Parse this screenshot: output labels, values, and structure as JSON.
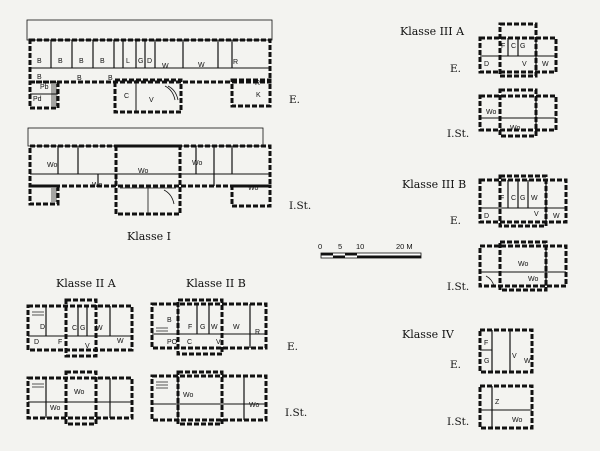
{
  "plate": {
    "labels": {
      "klasse_1": "Klasse I",
      "klasse_2a": "Klasse II A",
      "klasse_2b": "Klasse II B",
      "klasse_3a": "Klasse III A",
      "klasse_3b": "Klasse III B",
      "klasse_4": "Klasse IV",
      "ground_floor": "E.",
      "upper_floor": "I.St."
    },
    "scale": {
      "ticks": [
        "0",
        "5",
        "10",
        "20 M"
      ]
    }
  },
  "plans": {
    "k1_e": [
      "B",
      "B",
      "B",
      "B",
      "B",
      "L",
      "G",
      "D",
      "W",
      "W",
      "R",
      "B",
      "Pb",
      "B",
      "Pd",
      "C",
      "V",
      "R",
      "K"
    ],
    "k1_st": [
      "Wo",
      "Wo",
      "Wo",
      "Wo",
      "Wo"
    ],
    "k2a_e": [
      "D",
      "C",
      "G",
      "W",
      "W",
      "D",
      "F",
      "V"
    ],
    "k2a_st": [
      "Wo",
      "Wo"
    ],
    "k2b_e": [
      "B",
      "F",
      "G",
      "W",
      "W",
      "R",
      "PO",
      "C",
      "V"
    ],
    "k2b_st": [
      "Wo",
      "Wo"
    ],
    "k3a_e": [
      "F",
      "C",
      "G",
      "D",
      "V",
      "W"
    ],
    "k3a_st": [
      "Wo",
      "Wo"
    ],
    "k3b_e": [
      "F",
      "C",
      "G",
      "W",
      "D",
      "V",
      "W"
    ],
    "k3b_st": [
      "Wo",
      "Wo"
    ],
    "k4_e": [
      "F",
      "G",
      "V",
      "W"
    ],
    "k4_st": [
      "Z",
      "Wo"
    ]
  }
}
